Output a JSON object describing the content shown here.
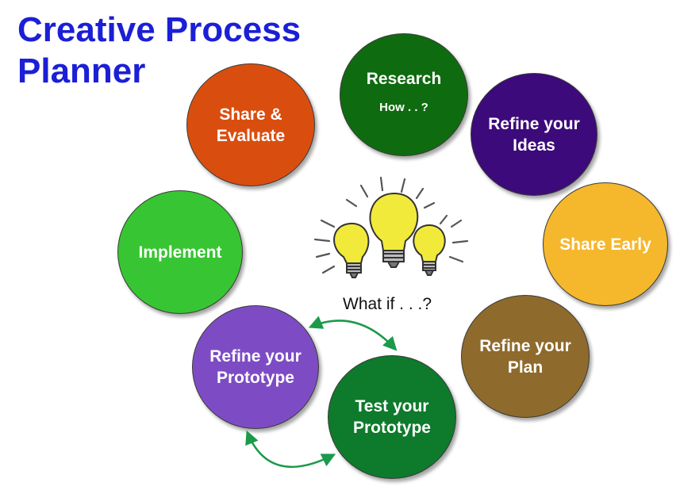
{
  "title": {
    "line1": "Creative Process",
    "line2": "Planner"
  },
  "steps": {
    "research": {
      "label": "Research",
      "sub": "How . . ?",
      "color": "#0f6b0f"
    },
    "refine_ideas": {
      "label": "Refine your Ideas",
      "color": "#3c0a7a"
    },
    "share_early": {
      "label": "Share Early",
      "color": "#f5b72c"
    },
    "refine_plan": {
      "label": "Refine your Plan",
      "color": "#8e6a2c"
    },
    "test_prototype": {
      "label": "Test your Prototype",
      "color": "#0e7a2c"
    },
    "refine_prototype": {
      "label": "Refine your Prototype",
      "color": "#7d4cc4"
    },
    "implement": {
      "label": "Implement",
      "color": "#38c533"
    },
    "share_evaluate": {
      "label": "Share & Evaluate",
      "color": "#d94e0f"
    }
  },
  "center": {
    "caption": "What if . . .?",
    "icon": "light-bulbs-icon"
  },
  "colors": {
    "title": "#1b1fd6",
    "arrow": "#1a9a4a",
    "bulb": "#f2ea3a"
  }
}
